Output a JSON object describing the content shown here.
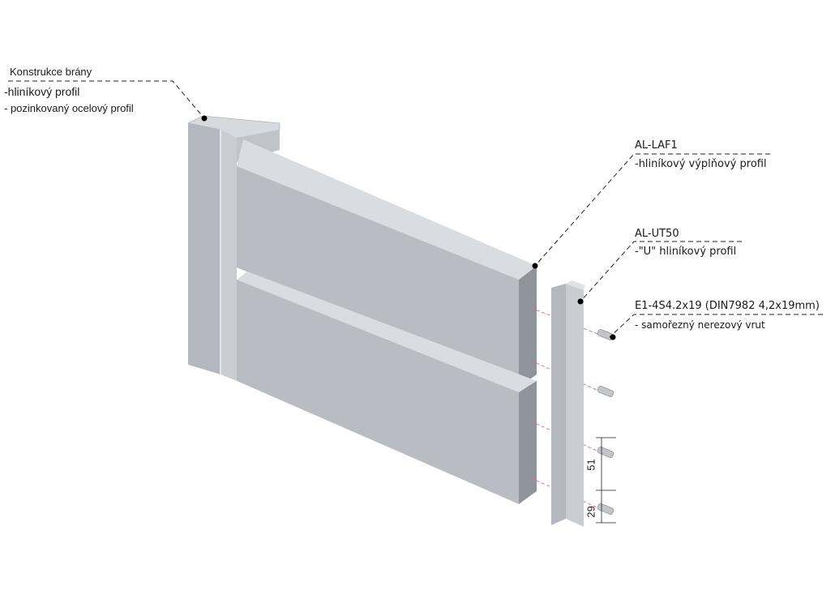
{
  "labels": {
    "gate": {
      "title": "Konstrukce brány",
      "line1": "-hliníkový profil",
      "line2": "- pozinkovaný ocelový profil"
    },
    "laf": {
      "title": "AL-LAF1",
      "desc": "-hliníkový výplňový profil"
    },
    "ut": {
      "title": "AL-UT50",
      "desc": "-\"U\" hliníkový profil"
    },
    "screw": {
      "title": "E1-4S4.2x19 (DIN7982 4,2x19mm)",
      "desc": "- samořezný nerezový vrut"
    }
  },
  "dimensions": {
    "spacing": "51",
    "edge": "29"
  },
  "colors": {
    "metal": "#b9bcc2",
    "metal_light": "#d3d6db",
    "metal_dark": "#9a9ea5",
    "guide": "#d070b0"
  }
}
